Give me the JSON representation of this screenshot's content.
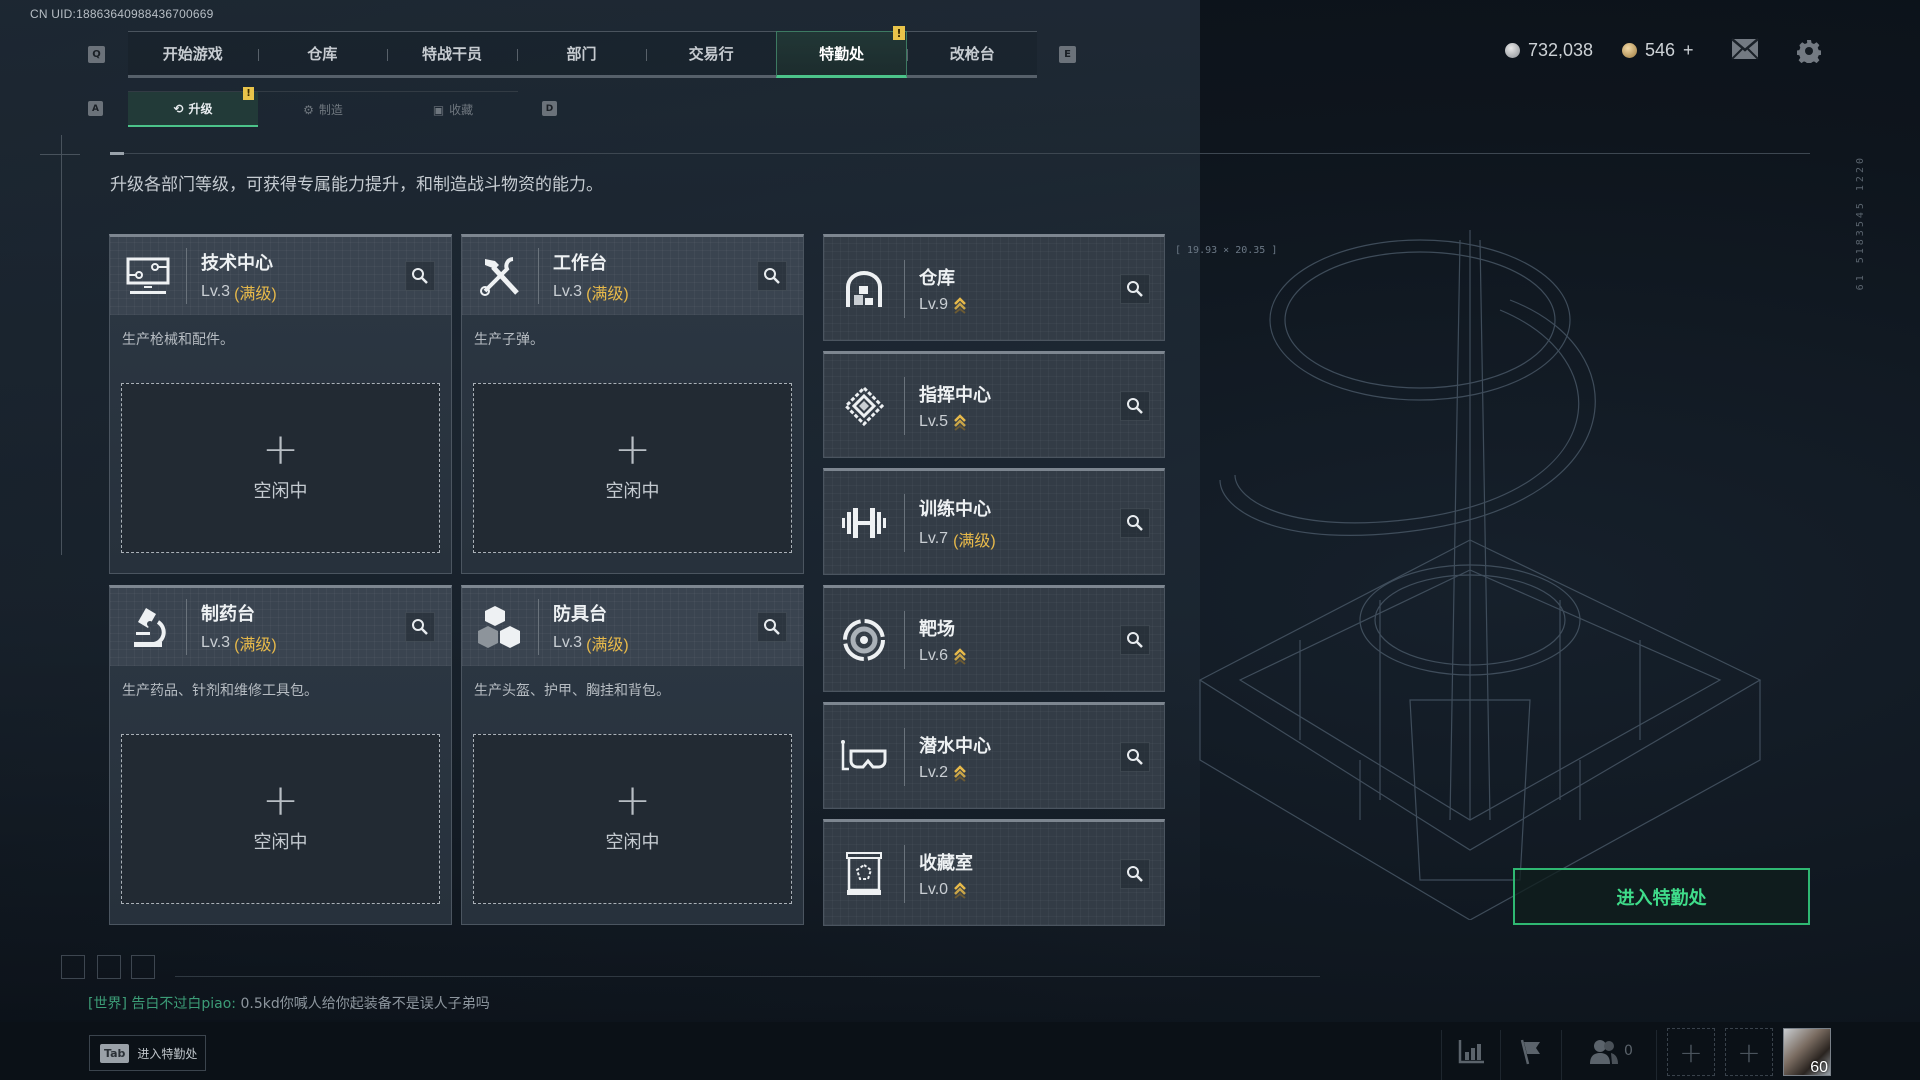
{
  "uid": "CN UID:18863640988436700669",
  "top_nav": {
    "left_key": "Q",
    "right_key": "E",
    "tabs": [
      {
        "label": "开始游戏",
        "active": false
      },
      {
        "label": "仓库",
        "active": false
      },
      {
        "label": "特战干员",
        "active": false
      },
      {
        "label": "部门",
        "active": false
      },
      {
        "label": "交易行",
        "active": false
      },
      {
        "label": "特勤处",
        "active": true,
        "alert": "!"
      },
      {
        "label": "改枪台",
        "active": false
      }
    ]
  },
  "currency": {
    "silver": "732,038",
    "gold": "546",
    "gold_add": "+"
  },
  "icons": {
    "mail": "mail-icon",
    "settings": "gear-icon"
  },
  "sub_tabs": {
    "left_key": "A",
    "right_key": "D",
    "tabs": [
      {
        "label": "升级",
        "icon": "upgrade-icon",
        "active": true,
        "alert": "!"
      },
      {
        "label": "制造",
        "icon": "craft-icon",
        "active": false
      },
      {
        "label": "收藏",
        "icon": "collection-icon",
        "active": false
      }
    ]
  },
  "description": "升级各部门等级，可获得专属能力提升，和制造战斗物资的能力。",
  "production_cards": [
    {
      "name": "技术中心",
      "level": "Lv.3",
      "max": "(满级)",
      "desc": "生产枪械和配件。",
      "icon": "computer-icon",
      "slot_plus": "+",
      "slot_status": "空闲中"
    },
    {
      "name": "工作台",
      "level": "Lv.3",
      "max": "(满级)",
      "desc": "生产子弹。",
      "icon": "hammer-wrench-icon",
      "slot_plus": "+",
      "slot_status": "空闲中"
    },
    {
      "name": "制药台",
      "level": "Lv.3",
      "max": "(满级)",
      "desc": "生产药品、针剂和维修工具包。",
      "icon": "microscope-icon",
      "slot_plus": "+",
      "slot_status": "空闲中"
    },
    {
      "name": "防具台",
      "level": "Lv.3",
      "max": "(满级)",
      "desc": "生产头盔、护甲、胸挂和背包。",
      "icon": "armor-blocks-icon",
      "slot_plus": "+",
      "slot_status": "空闲中"
    }
  ],
  "departments": [
    {
      "name": "仓库",
      "level": "Lv.9",
      "max": "",
      "upgradable": true,
      "icon": "warehouse-icon"
    },
    {
      "name": "指挥中心",
      "level": "Lv.5",
      "max": "",
      "upgradable": true,
      "icon": "command-chip-icon"
    },
    {
      "name": "训练中心",
      "level": "Lv.7",
      "max": "(满级)",
      "upgradable": false,
      "icon": "dumbbell-icon"
    },
    {
      "name": "靶场",
      "level": "Lv.6",
      "max": "",
      "upgradable": true,
      "icon": "target-icon"
    },
    {
      "name": "潜水中心",
      "level": "Lv.2",
      "max": "",
      "upgradable": true,
      "icon": "diving-mask-icon"
    },
    {
      "name": "收藏室",
      "level": "Lv.0",
      "max": "",
      "upgradable": true,
      "icon": "display-case-icon"
    }
  ],
  "coordinates": "[ 19.93  ×  20.35 ]",
  "vertical_code": "61 5183545 1220",
  "enter_button": "进入特勤处",
  "chat": {
    "channel": "[世界]",
    "user": "告白不过白piao:",
    "message": "0.5kd你喊人给你起装备不是误人子弟吗"
  },
  "tab_hint": {
    "key": "Tab",
    "label": "进入特勤处"
  },
  "bottom_bar": {
    "friends_count": "0",
    "empty_slot_1": "+",
    "empty_slot_2": "+",
    "player_level": "60"
  },
  "colors": {
    "accent_green": "#4cc38a",
    "max_level_gold": "#e7b94a",
    "alert_yellow": "#e9c44a"
  }
}
